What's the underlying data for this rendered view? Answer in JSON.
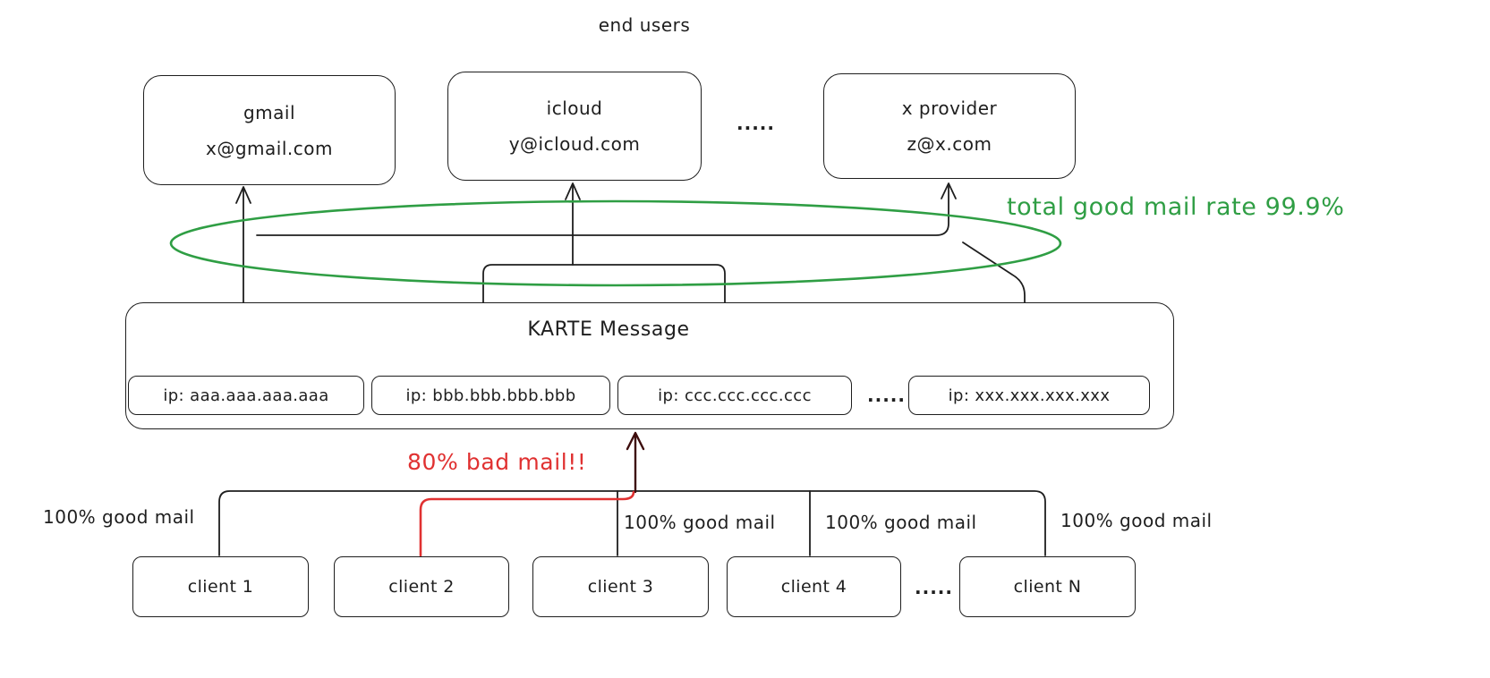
{
  "diagram": {
    "top_label": "end users",
    "providers": [
      {
        "name": "gmail",
        "address": "x@gmail.com"
      },
      {
        "name": "icloud",
        "address": "y@icloud.com"
      },
      {
        "name": "x provider",
        "address": "z@x.com"
      }
    ],
    "providers_ellipsis": ".....",
    "annotations": {
      "good_rate": {
        "text": "total good mail rate 99.9%",
        "color": "#2f9e44"
      },
      "bad_mail": {
        "text": "80% bad mail!!",
        "color": "#e03131"
      }
    },
    "karte": {
      "title": "KARTE Message",
      "ips": [
        "ip: aaa.aaa.aaa.aaa",
        "ip: bbb.bbb.bbb.bbb",
        "ip: ccc.ccc.ccc.ccc",
        "ip: xxx.xxx.xxx.xxx"
      ],
      "ips_ellipsis": "....."
    },
    "good_mail_labels": [
      "100% good mail",
      "100% good mail",
      "100% good mail",
      "100% good mail"
    ],
    "clients": [
      "client 1",
      "client 2",
      "client 3",
      "client 4",
      "client N"
    ],
    "clients_ellipsis": ".....",
    "colors": {
      "ink": "#1e1e1e",
      "good": "#2f9e44",
      "bad": "#e03131",
      "bad_dark": "#3d0c0c"
    }
  }
}
